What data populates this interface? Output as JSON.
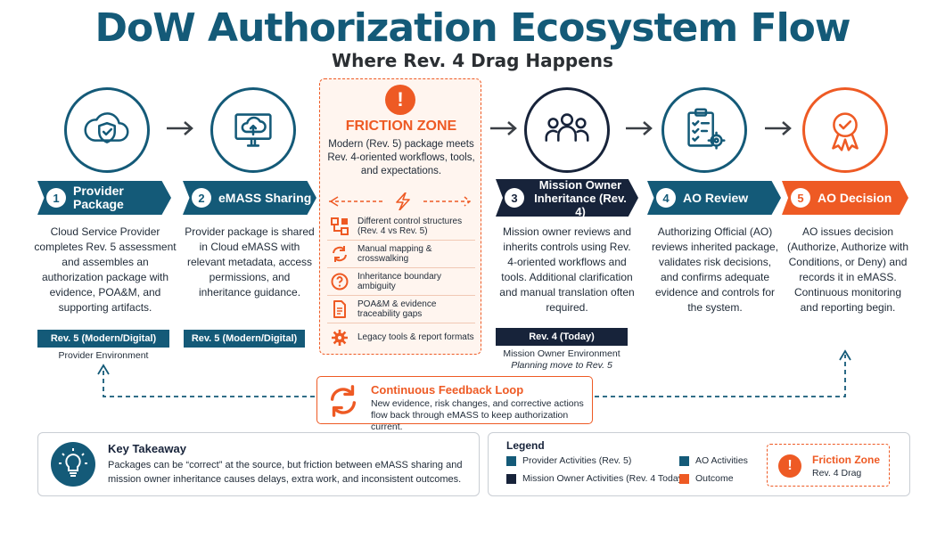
{
  "title": "DoW Authorization Ecosystem Flow",
  "subtitle": "Where Rev. 4 Drag Happens",
  "colors": {
    "teal": "#145a78",
    "dark": "#17233a",
    "orange": "#ee5a24"
  },
  "steps": [
    {
      "num": "1",
      "label": "Provider Package",
      "icon": "cloud-shield-icon",
      "desc": "Cloud Service Provider completes Rev. 5 assessment and assembles an authorization package with evidence, POA&M, and supporting artifacts.",
      "tag": "Rev. 5 (Modern/Digital)",
      "env": "Provider Environment"
    },
    {
      "num": "2",
      "label": "eMASS Sharing",
      "icon": "monitor-upload-icon",
      "desc": "Provider package is shared in Cloud eMASS with relevant metadata, access permissions, and inheritance guidance.",
      "tag": "Rev. 5 (Modern/Digital)"
    },
    {
      "num": "3",
      "label": "Mission Owner Inheritance (Rev. 4)",
      "icon": "people-group-icon",
      "desc": "Mission owner reviews and inherits controls using Rev. 4-oriented workflows and tools. Additional clarification and manual translation often required.",
      "tag": "Rev. 4 (Today)",
      "env": "Mission Owner Environment",
      "env2": "Planning move to Rev. 5"
    },
    {
      "num": "4",
      "label": "AO Review",
      "icon": "checklist-gear-icon",
      "desc": "Authorizing Official (AO) reviews inherited package, validates risk decisions, and confirms adequate evidence and controls for the system."
    },
    {
      "num": "5",
      "label": "AO Decision",
      "icon": "award-ribbon-icon",
      "desc": "AO issues decision (Authorize, Authorize with Conditions, or Deny) and records it in eMASS. Continuous monitoring and reporting begin."
    }
  ],
  "friction": {
    "badge": "!",
    "title": "FRICTION ZONE",
    "desc": "Modern (Rev. 5) package meets Rev. 4-oriented workflows, tools, and expectations.",
    "items": [
      {
        "icon": "structure-icon",
        "text": "Different control structures (Rev. 4 vs Rev. 5)"
      },
      {
        "icon": "cycle-arrows-icon",
        "text": "Manual mapping & crosswalking"
      },
      {
        "icon": "question-icon",
        "text": "Inheritance boundary ambiguity"
      },
      {
        "icon": "document-icon",
        "text": "POA&M & evidence traceability gaps"
      },
      {
        "icon": "gear-icon",
        "text": "Legacy tools & report formats"
      }
    ]
  },
  "feedback": {
    "title": "Continuous Feedback Loop",
    "text1": "New evidence, risk changes, and corrective actions",
    "text2": "flow back through eMASS to keep authorization current."
  },
  "takeaway": {
    "title": "Key Takeaway",
    "text": "Packages can be “correct” at the source, but friction between eMASS sharing and mission owner inheritance causes delays, extra work, and inconsistent outcomes."
  },
  "legend": {
    "title": "Legend",
    "items": [
      {
        "label": "Provider Activities (Rev. 5)",
        "color": "#145a78"
      },
      {
        "label": "Mission Owner Activities (Rev. 4 Today)",
        "color": "#17233a"
      },
      {
        "label": "AO Activities",
        "color": "#145a78"
      },
      {
        "label": "Outcome",
        "color": "#ee5a24"
      }
    ],
    "fz_title": "Friction Zone",
    "fz_sub": "Rev. 4 Drag"
  }
}
